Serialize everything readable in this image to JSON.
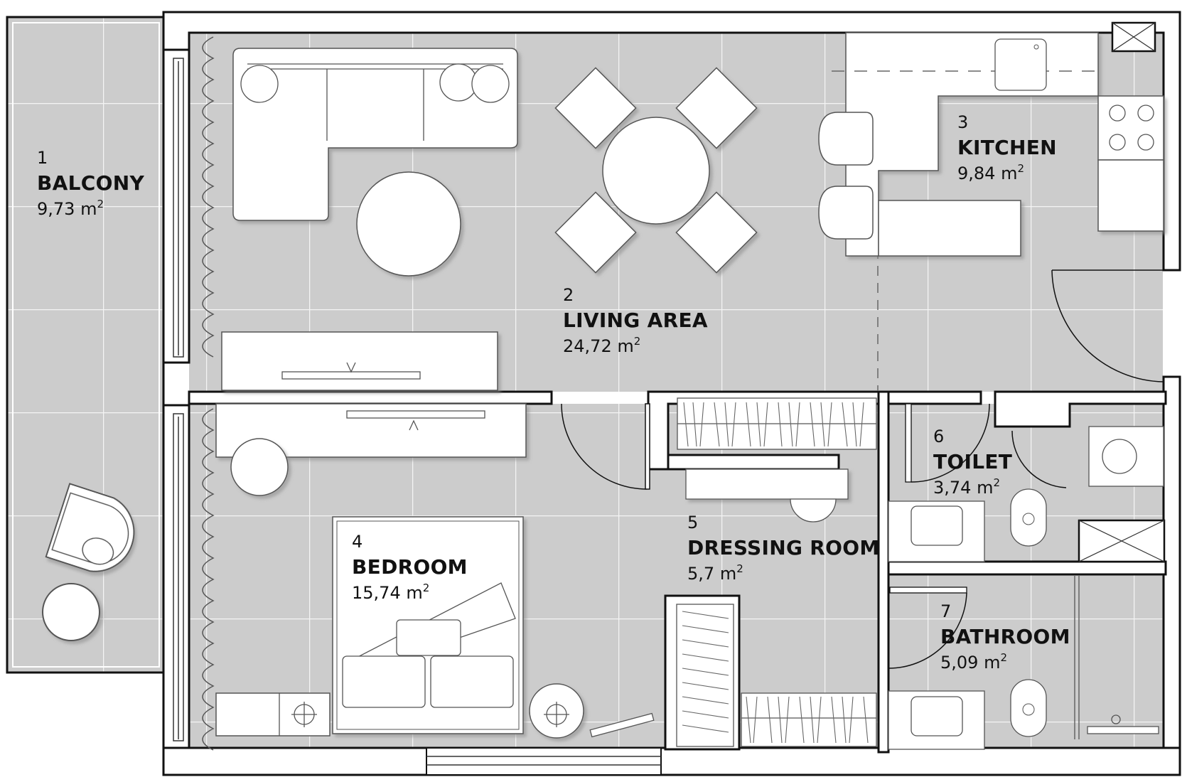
{
  "plan": {
    "colors": {
      "floor": "#cccccc",
      "tile_line": "#f2f2f2",
      "wall": "#111111",
      "wall_fill": "#ffffff",
      "furniture": "#ffffff",
      "furniture_stroke": "#555555"
    },
    "area_unit": "m",
    "area_unit_exp": "2",
    "rooms": [
      {
        "number": "1",
        "name": "BALCONY",
        "area": "9,73"
      },
      {
        "number": "2",
        "name": "LIVING AREA",
        "area": "24,72"
      },
      {
        "number": "3",
        "name": "KITCHEN",
        "area": "9,84"
      },
      {
        "number": "4",
        "name": "BEDROOM",
        "area": "15,74"
      },
      {
        "number": "5",
        "name": "DRESSING ROOM",
        "area": "5,7"
      },
      {
        "number": "6",
        "name": "TOILET",
        "area": "3,74"
      },
      {
        "number": "7",
        "name": "BATHROOM",
        "area": "5,09"
      }
    ]
  }
}
